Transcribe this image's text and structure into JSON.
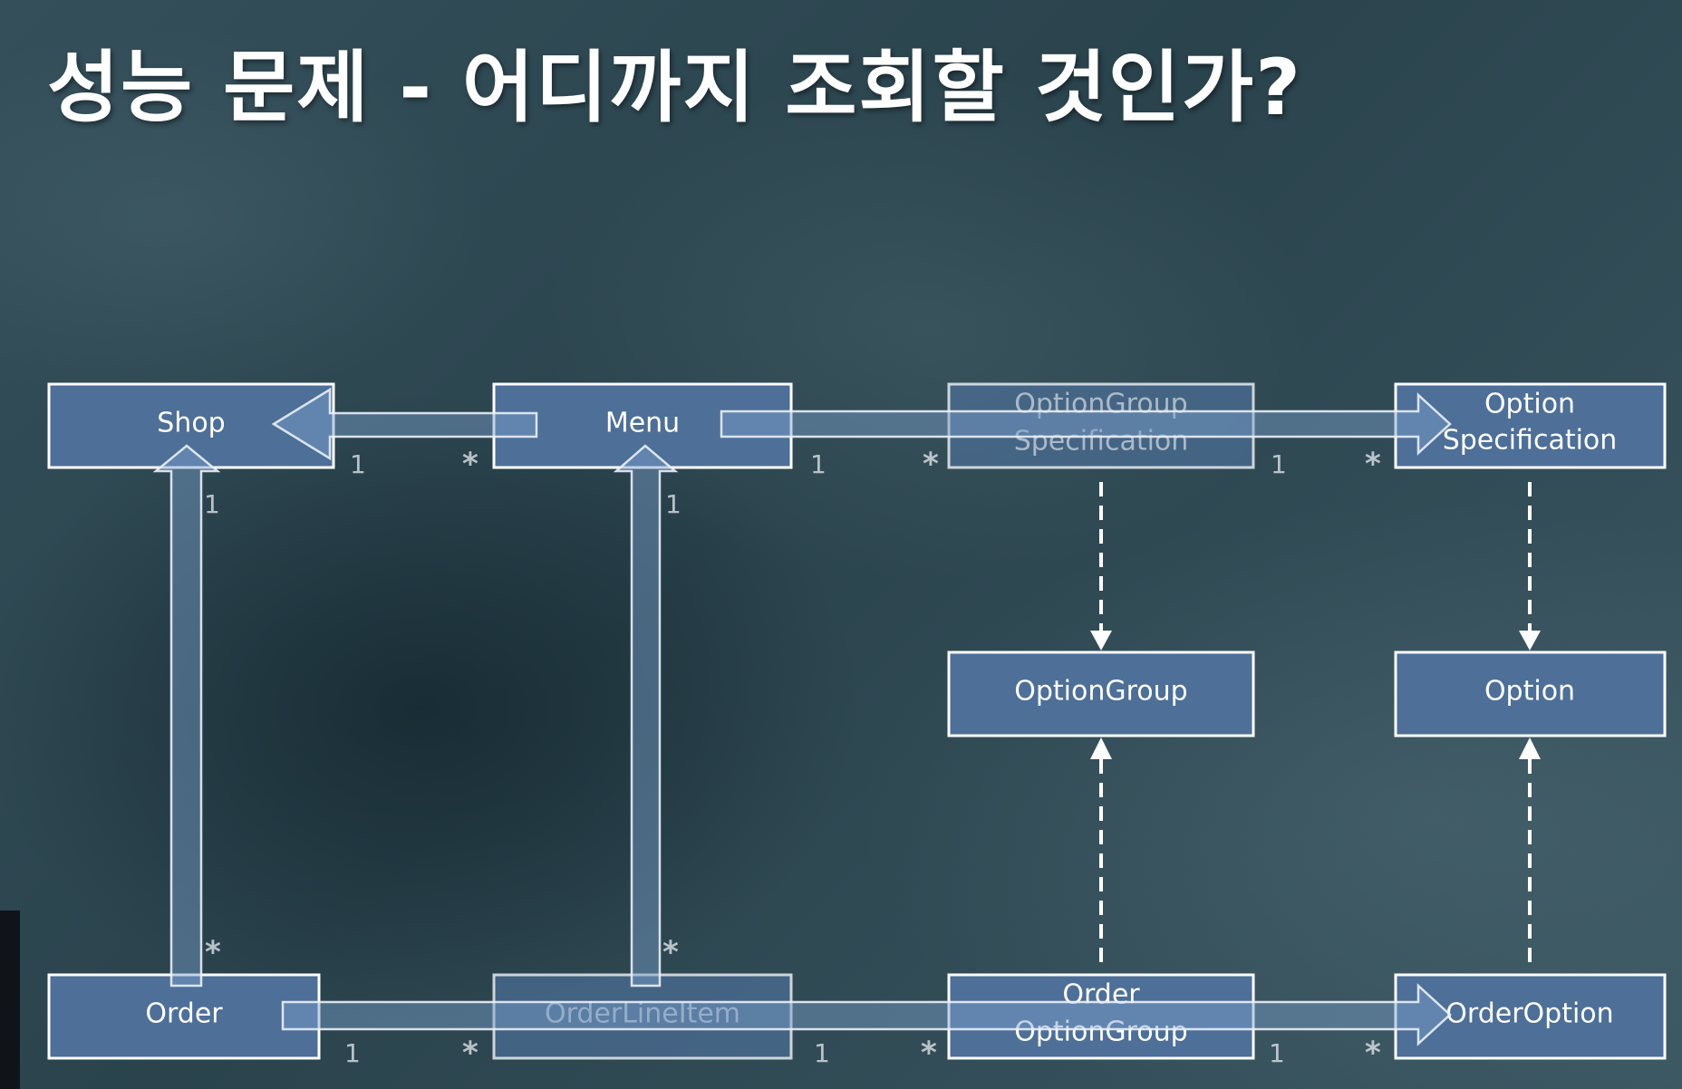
{
  "title": "성능 문제 - 어디까지 조회할 것인가?",
  "nodes": {
    "shop": {
      "lines": [
        "Shop"
      ]
    },
    "menu": {
      "lines": [
        "Menu"
      ]
    },
    "option_group_spec": {
      "lines": [
        "OptionGroup",
        "Specification"
      ]
    },
    "option_spec": {
      "lines": [
        "Option",
        "Specification"
      ]
    },
    "option_group": {
      "lines": [
        "OptionGroup"
      ]
    },
    "option": {
      "lines": [
        "Option"
      ]
    },
    "order": {
      "lines": [
        "Order"
      ]
    },
    "order_line_item": {
      "lines": [
        "OrderLineItem"
      ]
    },
    "order_option_group": {
      "lines": [
        "Order",
        "OptionGroup"
      ]
    },
    "order_option": {
      "lines": [
        "OrderOption"
      ]
    }
  },
  "multiplicities": {
    "shop_menu": [
      "1",
      "*"
    ],
    "menu_ogs": [
      "1",
      "*"
    ],
    "ogs_os": [
      "1",
      "*"
    ],
    "shop_order": [
      "1",
      "*"
    ],
    "menu_oli": [
      "1",
      "*"
    ],
    "order_oli": [
      "1",
      "*"
    ],
    "oli_oog": [
      "1",
      "*"
    ],
    "oog_oo": [
      "1",
      "*"
    ]
  }
}
